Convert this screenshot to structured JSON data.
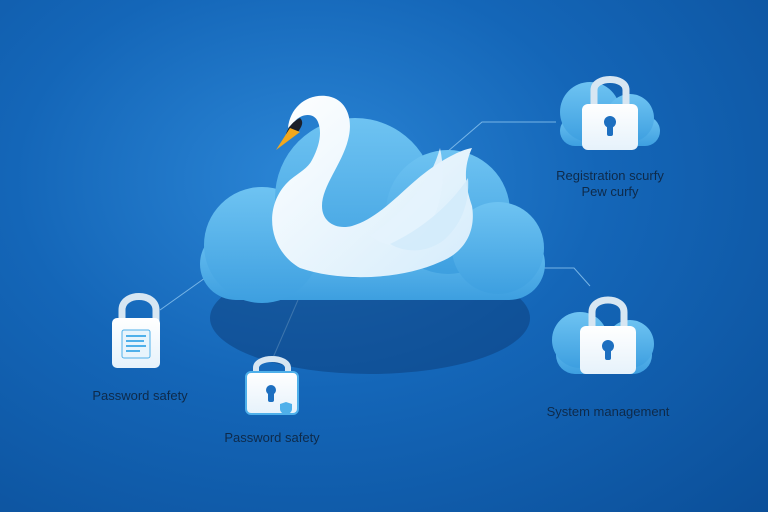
{
  "colors": {
    "background": "#1466b8",
    "cloud": "#4fb0ea",
    "lock_body": "#ffffff",
    "keyhole": "#1d6fc0",
    "beak": "#f2a81d",
    "label_text": "#0e2a4a"
  },
  "icons": [
    "swan-icon",
    "cloud-icon",
    "lock-icon",
    "document-icon",
    "shield-icon"
  ],
  "nodes": {
    "registration": {
      "line1": "Registration scurfy",
      "line2": "Pew curfy"
    },
    "password_left": {
      "label": "Password safety"
    },
    "password_center": {
      "label": "Password safety"
    },
    "system": {
      "label": "System management"
    }
  }
}
